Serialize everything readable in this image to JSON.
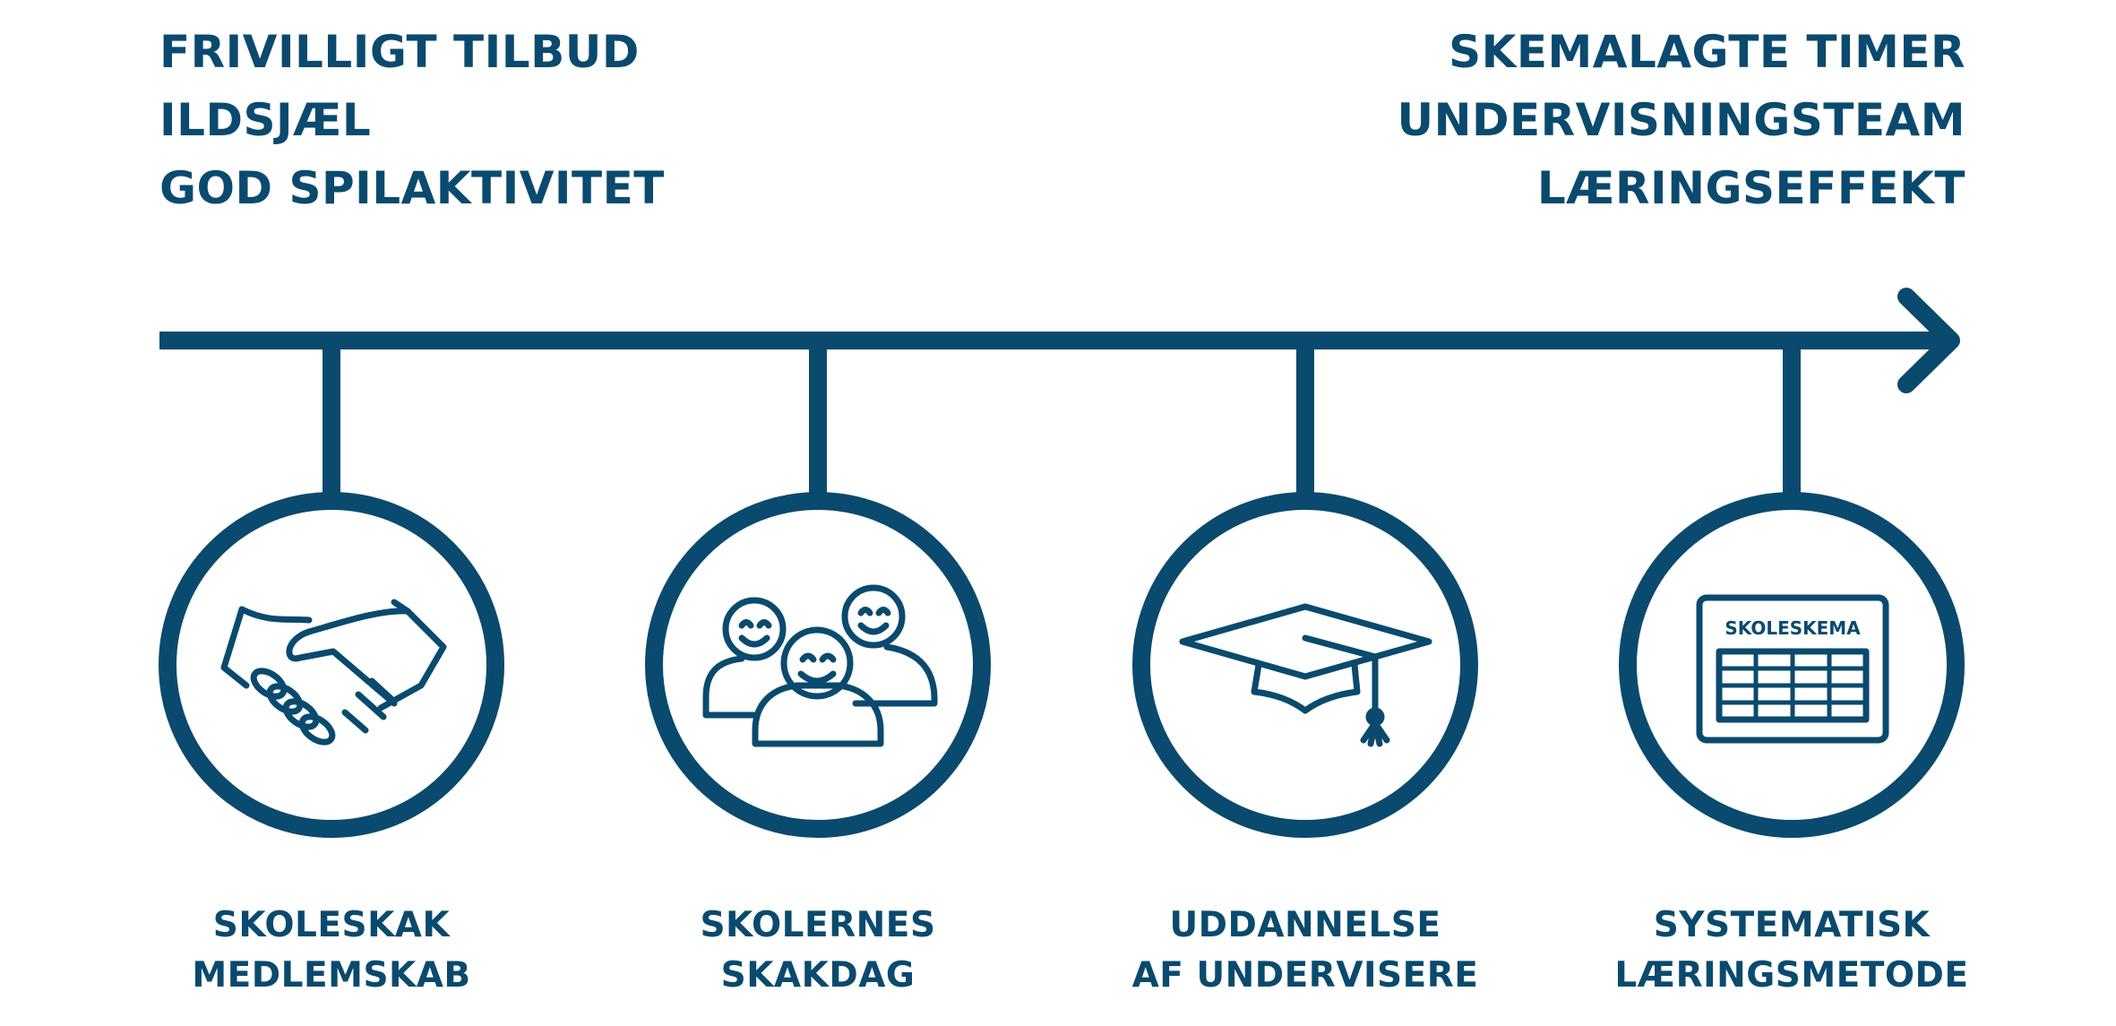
{
  "colors": {
    "primary": "#0a4a6e",
    "background": "#ffffff"
  },
  "left_heading": [
    "FRIVILLIGT TILBUD",
    "ILDSJÆL",
    "GOD SPILAKTIVITET"
  ],
  "right_heading": [
    "SKEMALAGTE TIMER",
    "UNDERVISNINGSTEAM",
    "LÆRINGSEFFEKT"
  ],
  "milestones": [
    {
      "icon": "handshake-icon",
      "line1": "SKOLESKAK",
      "line2": "MEDLEMSKAB"
    },
    {
      "icon": "smiling-group-icon",
      "line1": "SKOLERNES",
      "line2": "SKAKDAG"
    },
    {
      "icon": "graduation-cap-icon",
      "line1": "UDDANNELSE",
      "line2": "AF UNDERVISERE"
    },
    {
      "icon": "schedule-icon",
      "line1": "SYSTEMATISK",
      "line2": "LÆRINGSMETODE",
      "icon_text": "SKOLESKEMA"
    }
  ]
}
